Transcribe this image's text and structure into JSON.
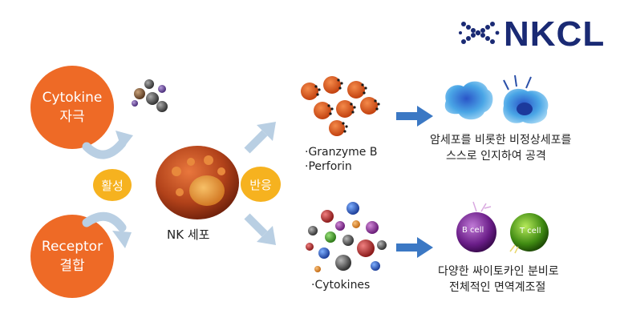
{
  "logo": {
    "text": "NKCL",
    "color": "#1a2a74"
  },
  "colors": {
    "orange": "#ee6a26",
    "yellow": "#f6b21f",
    "arrow_blue": "#3b78c4",
    "soft_arrow": "#b9cfe3"
  },
  "cytokine_stimulus": {
    "line1": "Cytokine",
    "line2": "자극"
  },
  "receptor_binding": {
    "line1": "Receptor",
    "line2": "결합"
  },
  "activation_badge": "활성",
  "reaction_badge": "반응",
  "nk_cell_label": "NK 세포",
  "granzyme_label": "·Granzyme B",
  "perforin_label": "·Perforin",
  "cytokines_label": "·Cytokines",
  "cancer_result": {
    "line1": "암세포를 비롯한 비정상세포를",
    "line2": "스스로 인지하여 공격"
  },
  "immune_result": {
    "line1": "다양한 싸이토카인 분비로",
    "line2": "전체적인 면역계조절"
  },
  "b_cell_label": "B cell",
  "t_cell_label": "T cell"
}
